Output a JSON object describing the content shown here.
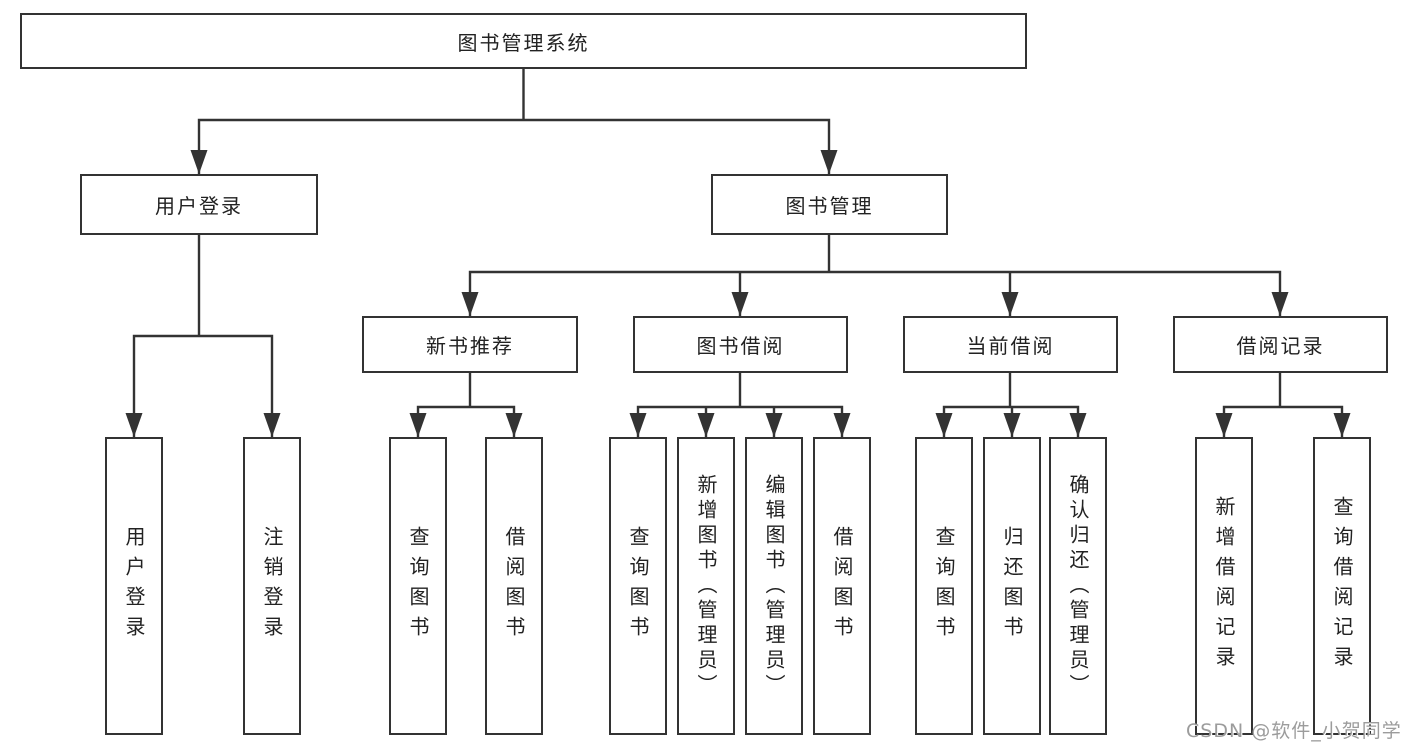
{
  "tree": {
    "label": "图书管理系统",
    "children": [
      {
        "label": "用户登录",
        "children": [
          {
            "label": "用户登录"
          },
          {
            "label": "注销登录"
          }
        ]
      },
      {
        "label": "图书管理",
        "children": [
          {
            "label": "新书推荐",
            "children": [
              {
                "label": "查询图书"
              },
              {
                "label": "借阅图书"
              }
            ]
          },
          {
            "label": "图书借阅",
            "children": [
              {
                "label": "查询图书"
              },
              {
                "label": "新增图书（管理员）"
              },
              {
                "label": "编辑图书（管理员）"
              },
              {
                "label": "借阅图书"
              }
            ]
          },
          {
            "label": "当前借阅",
            "children": [
              {
                "label": "查询图书"
              },
              {
                "label": "归还图书"
              },
              {
                "label": "确认归还（管理员）"
              }
            ]
          },
          {
            "label": "借阅记录",
            "children": [
              {
                "label": "新增借阅记录"
              },
              {
                "label": "查询借阅记录"
              }
            ]
          }
        ]
      }
    ]
  },
  "watermark": "CSDN @软件_小贺同学",
  "colors": {
    "line": "#333333",
    "box_fill": "#ffffff",
    "text": "#222222",
    "watermark": "#9c9c9c",
    "background": "#ffffff"
  }
}
